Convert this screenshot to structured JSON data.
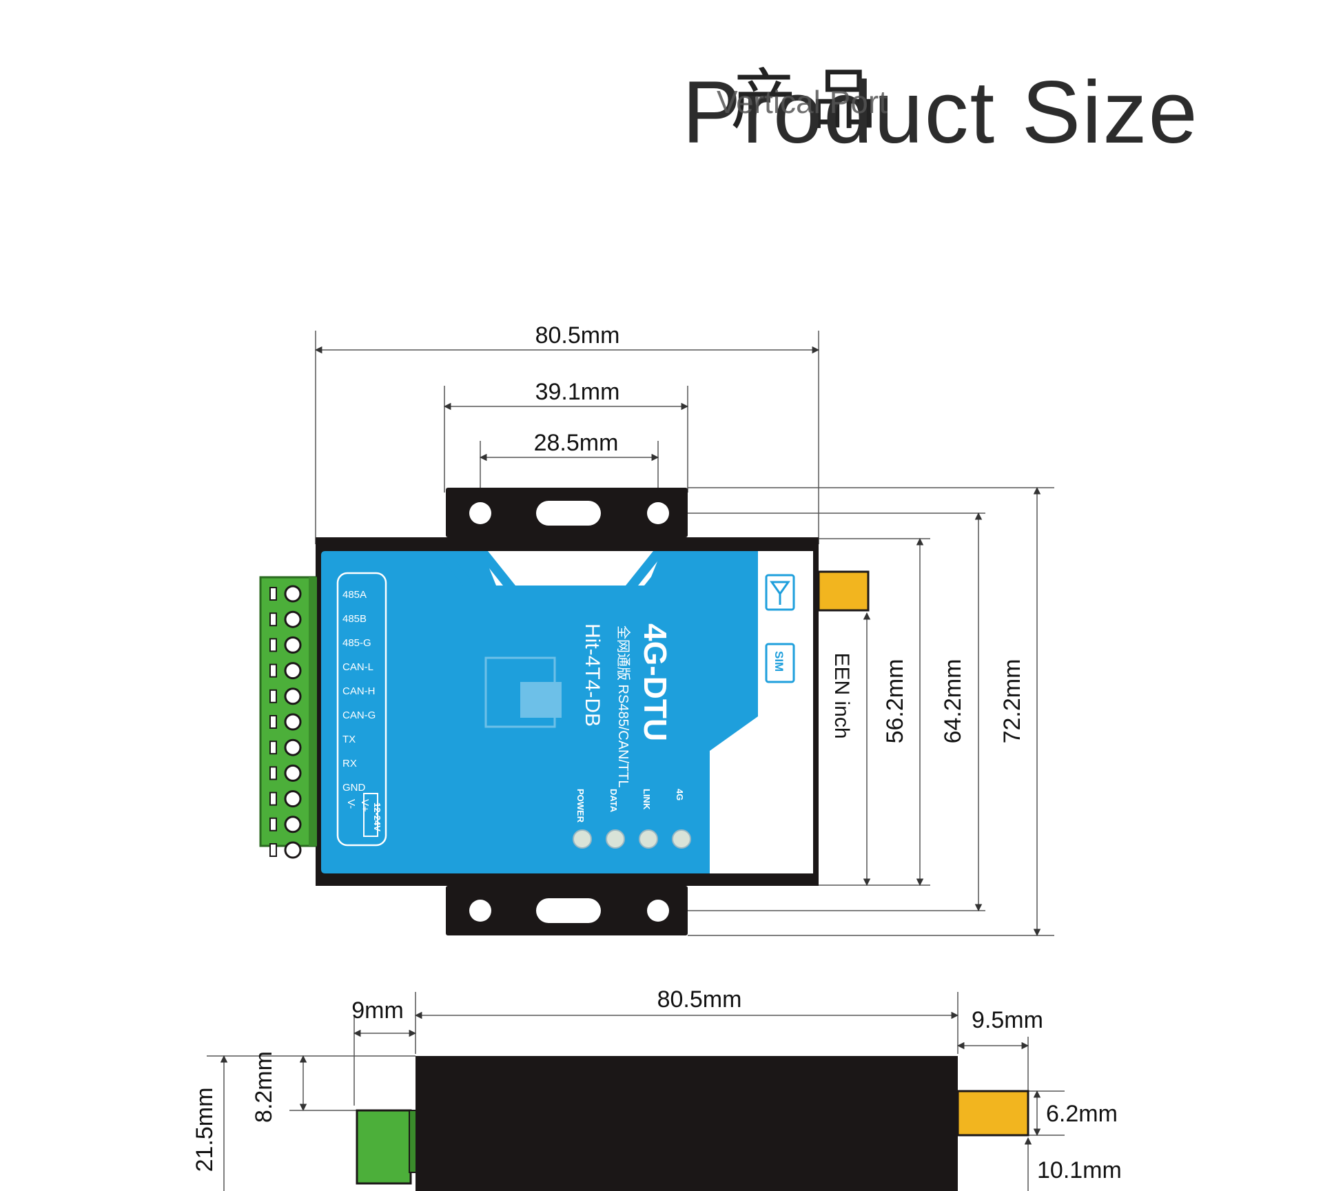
{
  "header": {
    "title": "Product Size",
    "overlay_cn": "产品",
    "overlay_en": "Vertical Port"
  },
  "top_view": {
    "width_total": "80.5mm",
    "width_bracket": "39.1mm",
    "width_holes": "28.5mm",
    "height_body": "56.2mm",
    "height_holes": "64.2mm",
    "height_total": "72.2mm",
    "antenna_label": "EEN inch"
  },
  "device": {
    "name": "4G-DTU",
    "subtitle": "全网通版 RS485/CAN/TTL",
    "model": "Hit-4T4-DB",
    "terminal_labels": [
      "485A",
      "485B",
      "485-G",
      "CAN-L",
      "CAN-H",
      "CAN-G",
      "TX",
      "RX",
      "GND",
      "V-",
      "V+"
    ],
    "power_label": "12-24V",
    "leds": [
      "POWER",
      "DATA",
      "LINK",
      "4G"
    ],
    "sim_label": "SIM"
  },
  "side_view": {
    "width_body": "80.5mm",
    "left_connector": "9mm",
    "right_connector": "9.5mm",
    "height_total": "21.5mm",
    "connector_offset": "8.2mm",
    "antenna_height": "6.2mm",
    "antenna_base": "10.1mm"
  },
  "colors": {
    "panel_blue": "#1e9fdc",
    "body_black": "#1b1717",
    "terminal_green": "#4caf3a",
    "antenna_gold": "#f2b51f"
  }
}
